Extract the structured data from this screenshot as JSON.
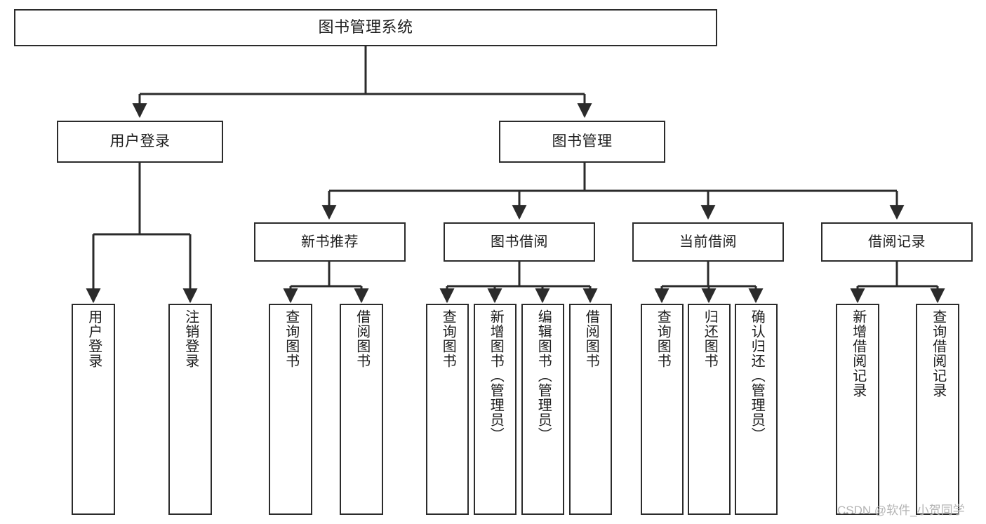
{
  "diagram": {
    "title": "图书管理系统",
    "type": "hierarchy-tree",
    "levels": 4,
    "colors": {
      "box_border": "#2b2b2b",
      "box_fill": "#ffffff",
      "edge": "#2b2b2b",
      "text": "#1d1d1d",
      "watermark": "#b4b4b4",
      "background": "#ffffff"
    }
  },
  "nodes": {
    "root": {
      "label": "图书管理系统"
    },
    "level2": [
      {
        "label": "用户登录"
      },
      {
        "label": "图书管理"
      }
    ],
    "level3": [
      {
        "label": "新书推荐"
      },
      {
        "label": "图书借阅"
      },
      {
        "label": "当前借阅"
      },
      {
        "label": "借阅记录"
      }
    ],
    "leaves": {
      "user_login": [
        {
          "label": "用户登录"
        },
        {
          "label": "注销登录"
        }
      ],
      "new_book_recommend": [
        {
          "label": "查询图书"
        },
        {
          "label": "借阅图书"
        }
      ],
      "book_borrow": [
        {
          "label": "查询图书"
        },
        {
          "label": "新增图书（管理员）"
        },
        {
          "label": "编辑图书（管理员）"
        },
        {
          "label": "借阅图书"
        }
      ],
      "current_borrow": [
        {
          "label": "查询图书"
        },
        {
          "label": "归还图书"
        },
        {
          "label": "确认归还（管理员）"
        }
      ],
      "borrow_record": [
        {
          "label": "新增借阅记录"
        },
        {
          "label": "查询借阅记录"
        }
      ]
    }
  },
  "watermark": {
    "text": "CSDN @软件_小贺同学"
  }
}
